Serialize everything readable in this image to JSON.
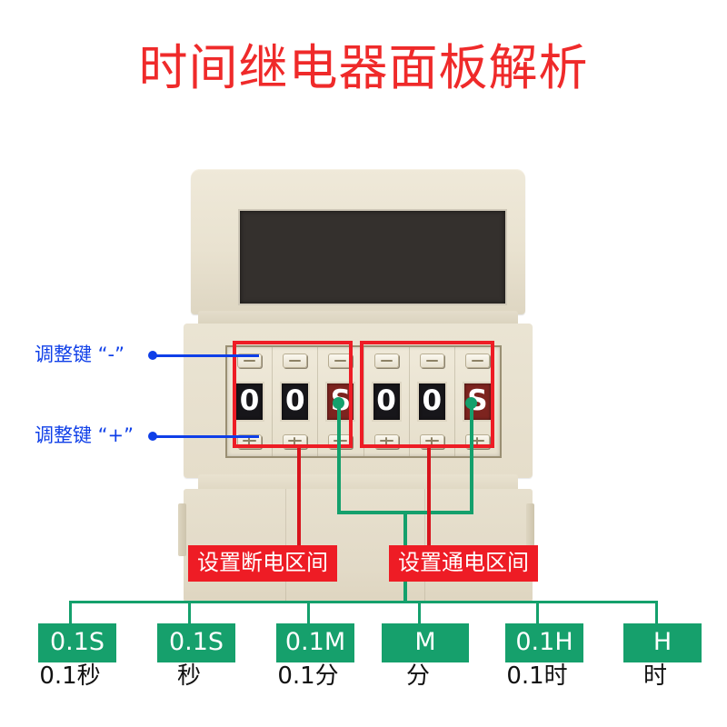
{
  "page": {
    "title": "时间继电器面板解析",
    "title_color": "#ef2a2a",
    "background": "#ffffff"
  },
  "colors": {
    "annotation_red": "#ee1c25",
    "annotation_green": "#16a06c",
    "annotation_blue": "#0f3fe8",
    "device_body": "#e8e1cf",
    "display_black": "#34302d",
    "digit_dark": "#17161a",
    "digit_red": "#7d241f"
  },
  "device": {
    "name": "time-relay-front-panel",
    "display": {
      "name": "lcd-display",
      "value": ""
    },
    "groups": [
      {
        "name": "off-delay-group",
        "wheels": [
          {
            "minus_button": "-",
            "value": "0",
            "plus_button": "+",
            "style": "dark"
          },
          {
            "minus_button": "-",
            "value": "0",
            "plus_button": "+",
            "style": "dark"
          },
          {
            "minus_button": "-",
            "value": "S",
            "plus_button": "+",
            "style": "red"
          }
        ]
      },
      {
        "name": "on-delay-group",
        "wheels": [
          {
            "minus_button": "-",
            "value": "0",
            "plus_button": "+",
            "style": "dark"
          },
          {
            "minus_button": "-",
            "value": "0",
            "plus_button": "+",
            "style": "dark"
          },
          {
            "minus_button": "-",
            "value": "S",
            "plus_button": "+",
            "style": "red"
          }
        ]
      }
    ]
  },
  "callouts": {
    "blue": [
      {
        "name": "minus-key-callout",
        "text": "调整键 “-”"
      },
      {
        "name": "plus-key-callout",
        "text": "调整键 “+”"
      }
    ],
    "red_boxes": [
      {
        "name": "off-interval-caption",
        "text": "设置断电区间"
      },
      {
        "name": "on-interval-caption",
        "text": "设置通电区间"
      }
    ]
  },
  "scale_legend": {
    "items": [
      {
        "code": "0.1S",
        "unit": "0.1秒"
      },
      {
        "code": "0.1S",
        "unit": "秒"
      },
      {
        "code": "0.1M",
        "unit": "0.1分"
      },
      {
        "code": "M",
        "unit": "分"
      },
      {
        "code": "0.1H",
        "unit": "0.1时"
      },
      {
        "code": "H",
        "unit": "时"
      }
    ]
  }
}
